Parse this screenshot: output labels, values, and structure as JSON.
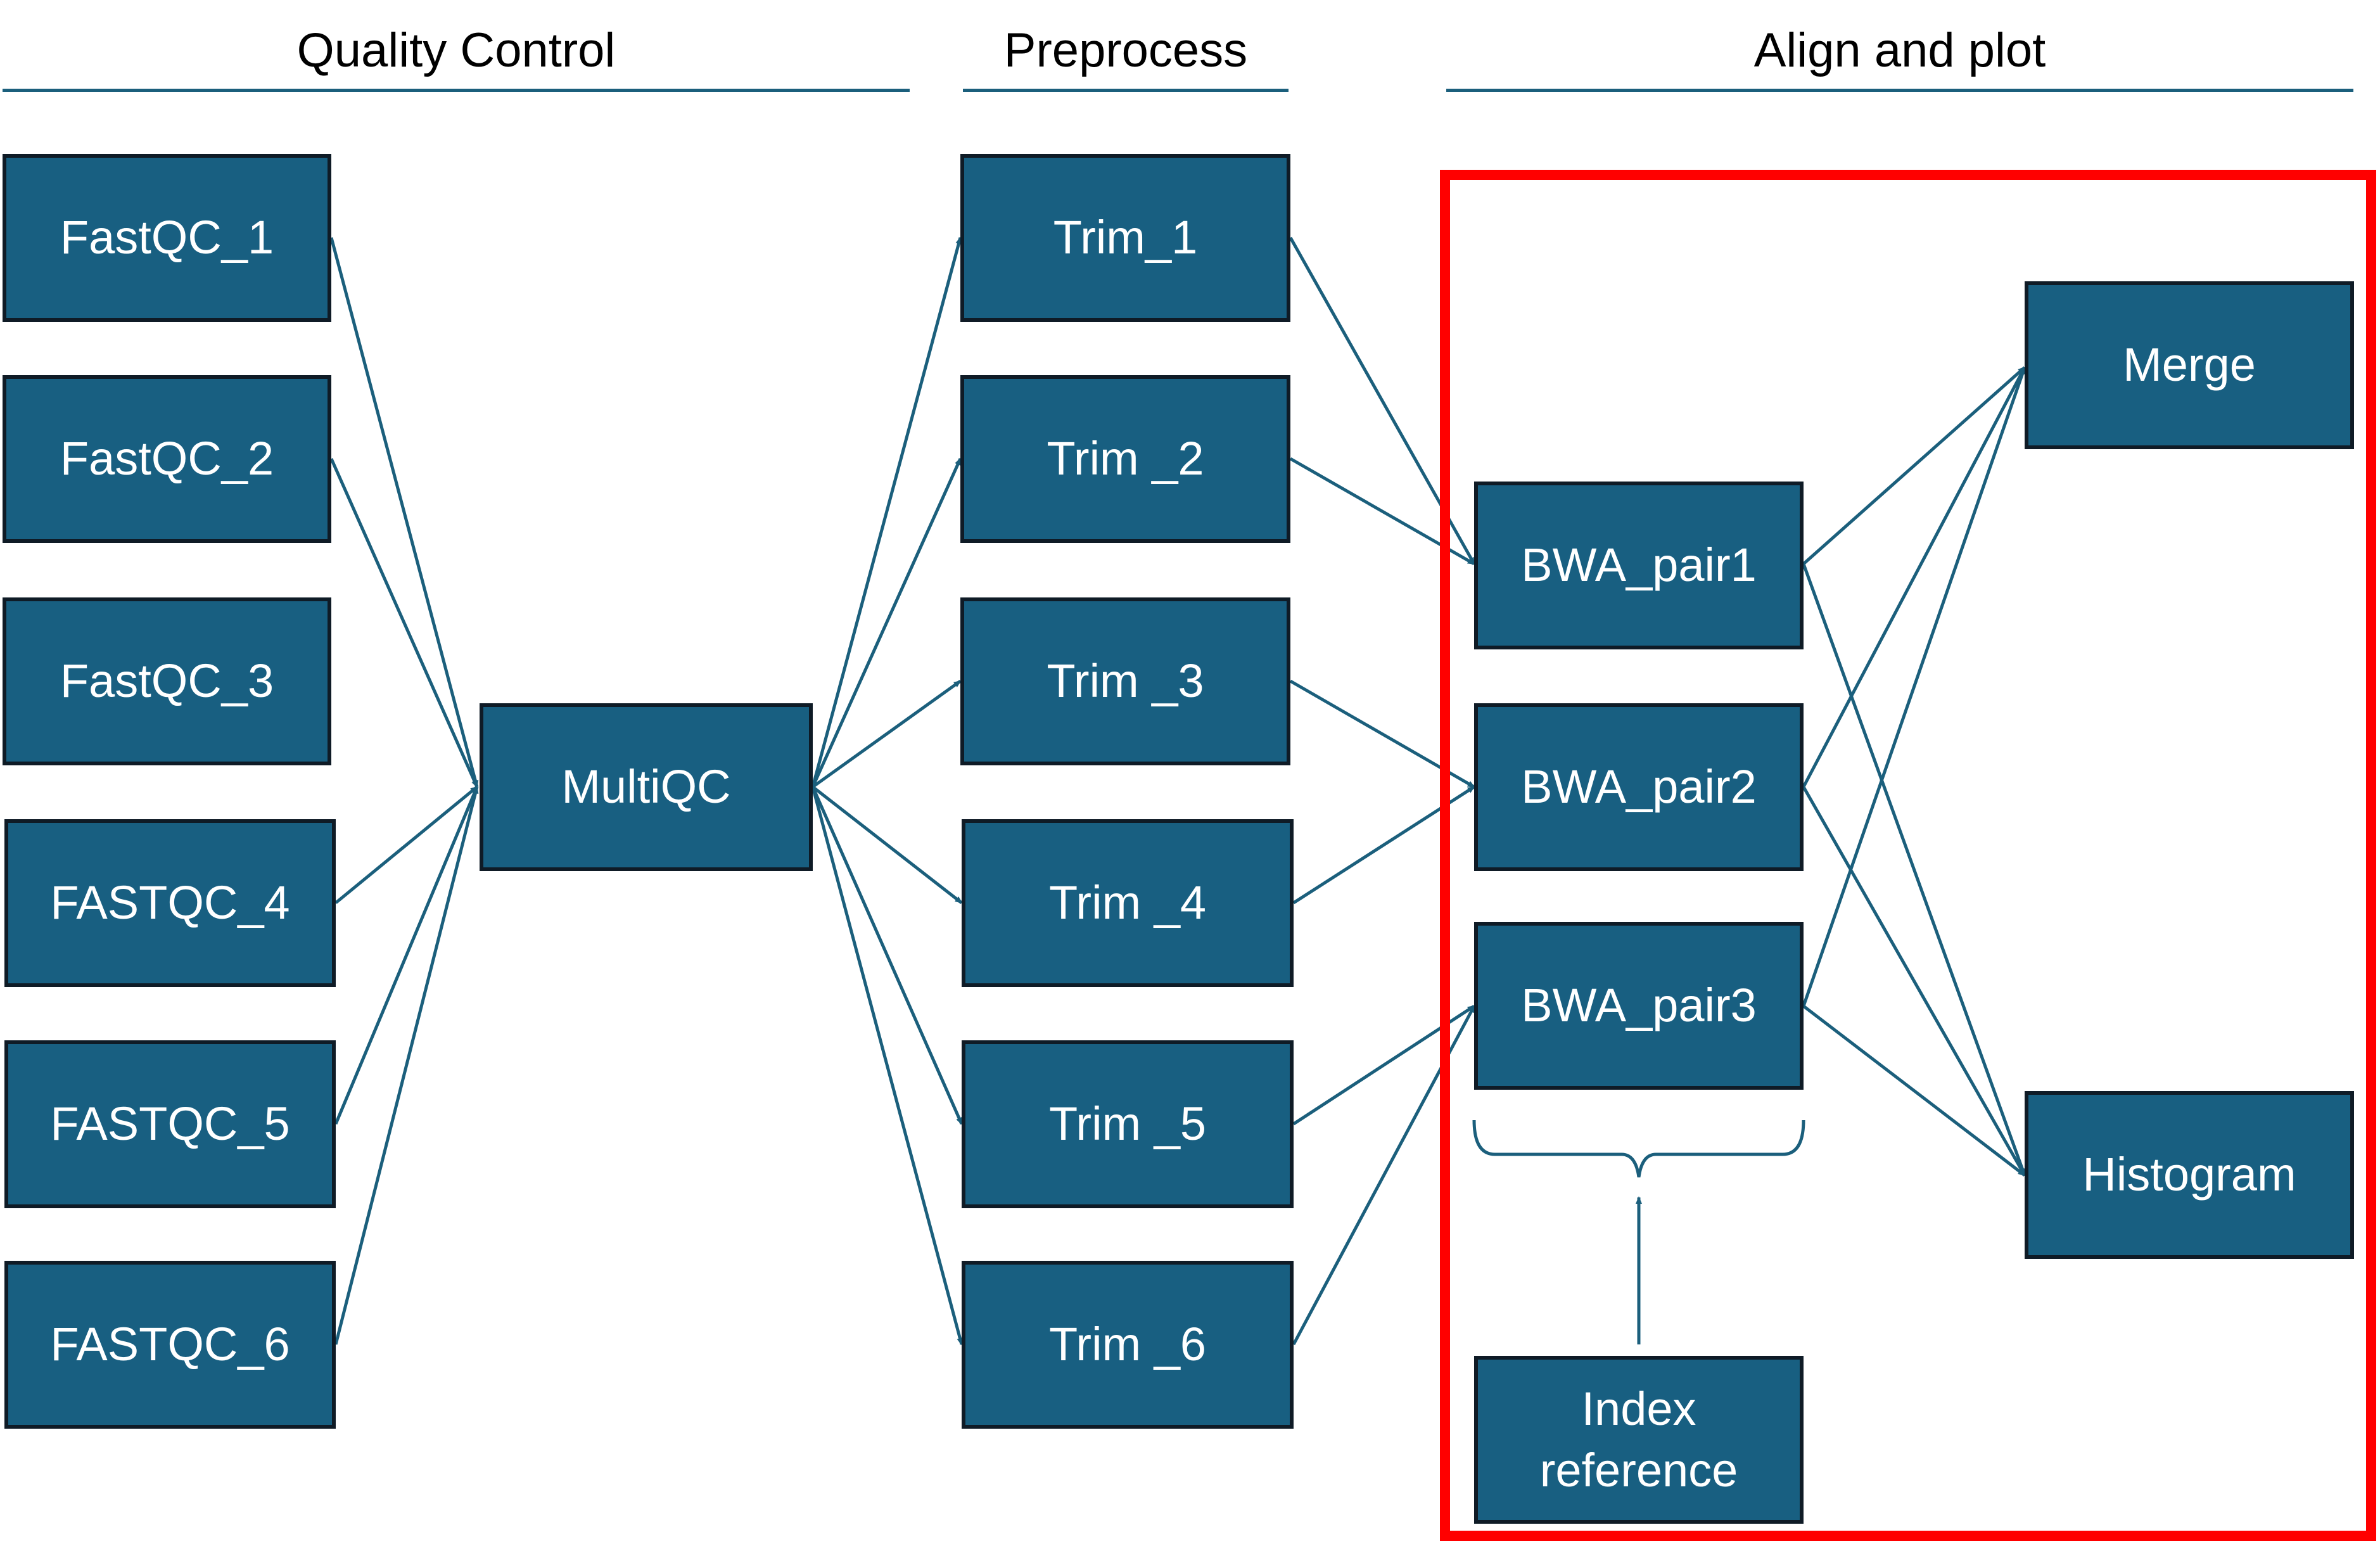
{
  "sections": [
    {
      "id": "qc",
      "title": "Quality Control"
    },
    {
      "id": "pre",
      "title": "Preprocess"
    },
    {
      "id": "align",
      "title": "Align and plot"
    }
  ],
  "nodes": {
    "fastqc_1": "FastQC_1",
    "fastqc_2": "FastQC_2",
    "fastqc_3": "FastQC_3",
    "fastqc_4": "FASTQC_4",
    "fastqc_5": "FASTQC_5",
    "fastqc_6": "FASTQC_6",
    "multiqc": "MultiQC",
    "trim_1": "Trim_1",
    "trim_2": "Trim _2",
    "trim_3": "Trim _3",
    "trim_4": "Trim _4",
    "trim_5": "Trim _5",
    "trim_6": "Trim _6",
    "bwa_pair1": "BWA_pair1",
    "bwa_pair2": "BWA_pair2",
    "bwa_pair3": "BWA_pair3",
    "index_reference": "Index\nreference",
    "merge": "Merge",
    "histogram": "Histogram"
  },
  "edges": [
    {
      "from": "fastqc_1",
      "to": "multiqc"
    },
    {
      "from": "fastqc_2",
      "to": "multiqc"
    },
    {
      "from": "fastqc_4",
      "to": "multiqc"
    },
    {
      "from": "fastqc_5",
      "to": "multiqc"
    },
    {
      "from": "fastqc_6",
      "to": "multiqc"
    },
    {
      "from": "multiqc",
      "to": "trim_1"
    },
    {
      "from": "multiqc",
      "to": "trim_2"
    },
    {
      "from": "multiqc",
      "to": "trim_3"
    },
    {
      "from": "multiqc",
      "to": "trim_4"
    },
    {
      "from": "multiqc",
      "to": "trim_5"
    },
    {
      "from": "multiqc",
      "to": "trim_6"
    },
    {
      "from": "trim_1",
      "to": "bwa_pair1"
    },
    {
      "from": "trim_2",
      "to": "bwa_pair1"
    },
    {
      "from": "trim_3",
      "to": "bwa_pair2"
    },
    {
      "from": "trim_4",
      "to": "bwa_pair2"
    },
    {
      "from": "trim_5",
      "to": "bwa_pair3"
    },
    {
      "from": "trim_6",
      "to": "bwa_pair3"
    },
    {
      "from": "bwa_pair1",
      "to": "merge"
    },
    {
      "from": "bwa_pair1",
      "to": "histogram"
    },
    {
      "from": "bwa_pair2",
      "to": "merge"
    },
    {
      "from": "bwa_pair2",
      "to": "histogram"
    },
    {
      "from": "bwa_pair3",
      "to": "merge"
    },
    {
      "from": "bwa_pair3",
      "to": "histogram"
    },
    {
      "from": "index_reference",
      "to": "bwa_group"
    }
  ],
  "highlight": {
    "section": "align",
    "color": "#ff0000"
  },
  "colors": {
    "node_fill": "#185f81",
    "node_border": "#0f1b26",
    "edge": "#1b5f7c",
    "node_text": "#ffffff",
    "highlight": "#ff0000"
  }
}
